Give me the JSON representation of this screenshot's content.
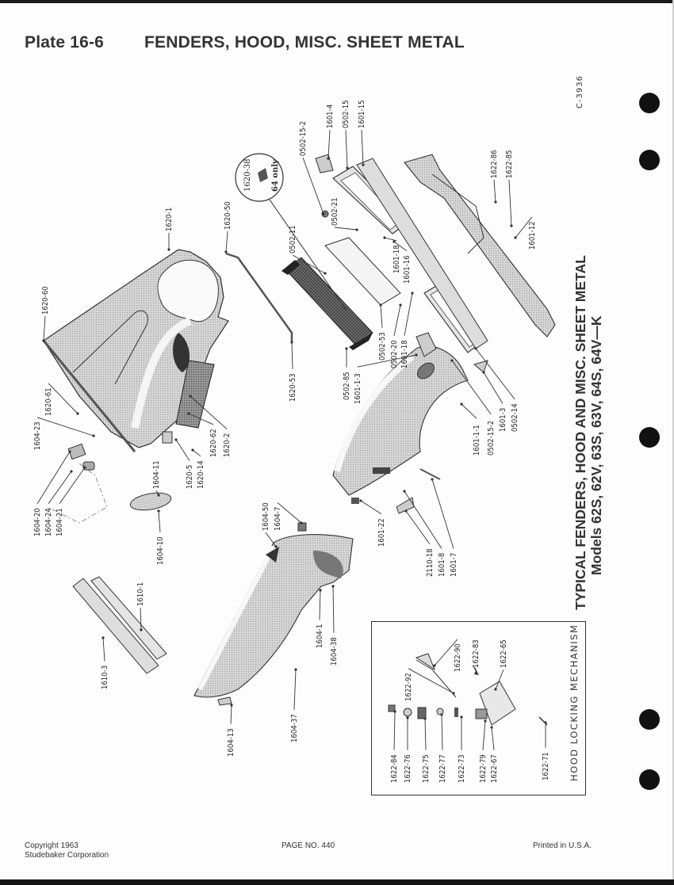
{
  "header": {
    "plate_number": "Plate 16-6",
    "plate_title": "FENDERS, HOOD, MISC. SHEET METAL"
  },
  "drawing_code": "C-3936",
  "side_title": {
    "line1": "TYPICAL FENDERS, HOOD AND MISC. SHEET METAL",
    "line2": "Models 62S, 62V, 63S, 63V, 64S, 64V—K"
  },
  "callout_64": {
    "part": "1620-38",
    "note": "64 only"
  },
  "inset": {
    "title": "HOOD LOCKING MECHANISM",
    "parts": [
      "1622-84",
      "1622-76",
      "1622-75",
      "1622-77",
      "1622-73",
      "1622-79",
      "1622-67",
      "1622-92",
      "1622-90",
      "1622-83",
      "1622-65",
      "1622-71"
    ]
  },
  "parts": {
    "hood": [
      "1620-1",
      "1620-50",
      "1620-60",
      "1620-61",
      "1620-62",
      "1620-2",
      "1620-5",
      "1620-14",
      "1620-53"
    ],
    "cowl_vent": [
      "1604-23",
      "1604-20",
      "1604-24",
      "1604-21",
      "1604-11",
      "1604-10"
    ],
    "grille": [
      "0502-15-2",
      "1601-4",
      "0502-15",
      "1601-15",
      "0502-21",
      "0502-11",
      "1601-18",
      "1601-16",
      "0502-53",
      "0502-20",
      "1601-18",
      "0502-85",
      "1601-1-3"
    ],
    "front_fender": [
      "1601-1-1",
      "0502-15-2",
      "1601-3",
      "0502-14",
      "1601-22",
      "2110-18",
      "1601-8",
      "1601-7"
    ],
    "radiator_support": [
      "1622-86",
      "1622-85",
      "1601-12"
    ],
    "rear_fender": [
      "1604-50",
      "1604-7",
      "1604-1",
      "1604-38",
      "1604-37",
      "1604-13"
    ],
    "splash_shields": [
      "1610-1",
      "1610-3"
    ]
  },
  "footer": {
    "copyright_line1": "Copyright 1963",
    "copyright_line2": "Studebaker Corporation",
    "page_number": "PAGE NO. 440",
    "printed": "Printed in U.S.A."
  },
  "colors": {
    "ink": "#2a2a2a",
    "shade_light": "#d9d9d9",
    "shade_mid": "#b5b5b5",
    "shade_dark": "#555555",
    "hole": "#111111"
  }
}
